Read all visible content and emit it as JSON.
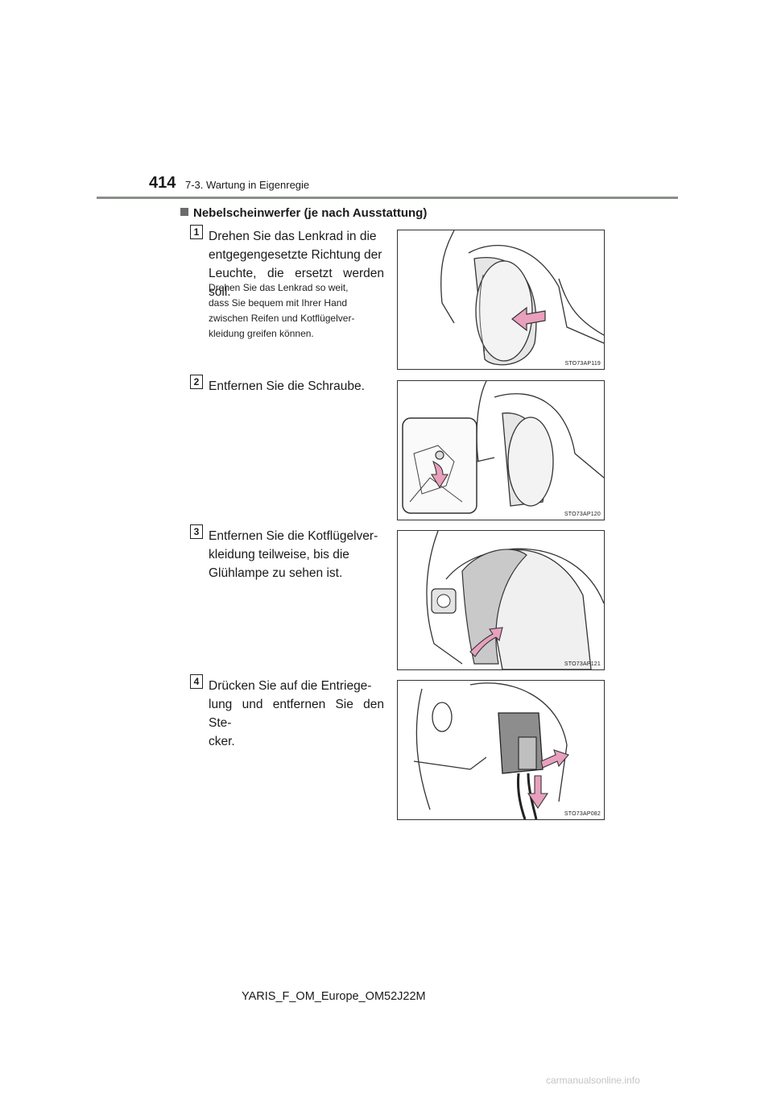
{
  "header": {
    "page_number": "414",
    "section": "7-3. Wartung in Eigenregie"
  },
  "topic": "Nebelscheinwerfer (je nach Ausstattung)",
  "steps": [
    {
      "number": "1",
      "lines": [
        "Drehen Sie das Lenkrad in die",
        "entgegengesetzte Richtung der",
        "Leuchte, die ersetzt werden soll."
      ],
      "note_lines": [
        "Drehen Sie das Lenkrad so weit,",
        "dass Sie bequem mit Ihrer Hand",
        "zwischen Reifen und Kotflügelver-",
        "kleidung greifen können."
      ],
      "figure_code": "STO73AP119"
    },
    {
      "number": "2",
      "lines": [
        "Entfernen Sie die Schraube."
      ],
      "figure_code": "STO73AP120"
    },
    {
      "number": "3",
      "lines": [
        "Entfernen Sie die Kotflügelver-",
        "kleidung teilweise, bis die",
        "Glühlampe zu sehen ist."
      ],
      "figure_code": "STO73AP121"
    },
    {
      "number": "4",
      "lines": [
        "Drücken Sie auf die Entriege-",
        "lung und entfernen Sie den Ste-",
        "cker."
      ],
      "figure_code": "STO73AP082"
    }
  ],
  "footer": "YARIS_F_OM_Europe_OM52J22M",
  "watermark": "carmanualsonline.info",
  "colors": {
    "arrow": "#e8a0bd",
    "rule": "#8a8f8a"
  }
}
